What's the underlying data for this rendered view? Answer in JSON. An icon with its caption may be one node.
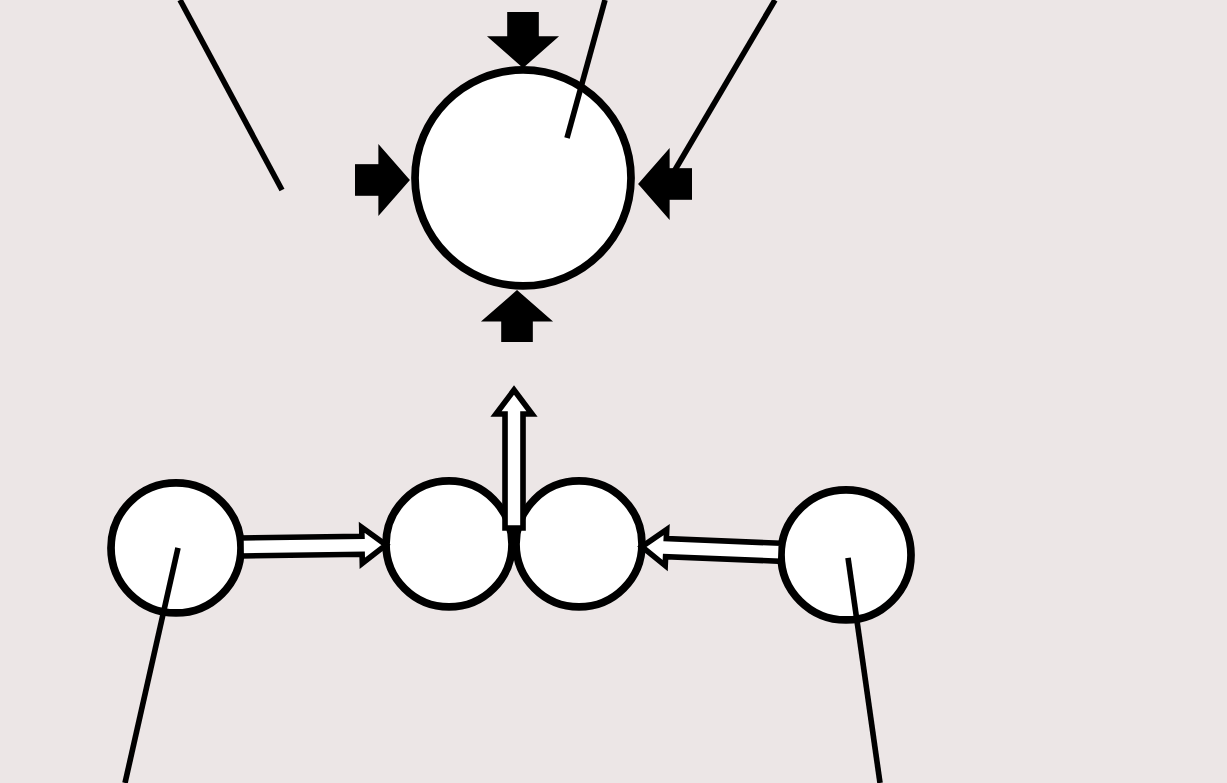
{
  "diagram": {
    "nodes": [
      {
        "text": [],
        "shape": "circle"
      },
      {
        "text": [],
        "shape": "circle"
      },
      {
        "text": [],
        "shape": "circle"
      },
      {
        "text": [],
        "shape": "circle"
      },
      {
        "text": [],
        "shape": "circle"
      }
    ],
    "edges": [
      {
        "from": 1,
        "to": 2,
        "arrow": "to"
      },
      {
        "from": 4,
        "to": 3,
        "arrow": "to"
      },
      {
        "from": 2,
        "to": null,
        "arrow": "to"
      },
      {
        "from": 3,
        "to": null,
        "arrow": "to"
      },
      {
        "from": null,
        "to": 0,
        "arrow": "none"
      },
      {
        "from": null,
        "to": 1,
        "arrow": "none"
      },
      {
        "from": null,
        "to": 4,
        "arrow": "none"
      }
    ]
  }
}
